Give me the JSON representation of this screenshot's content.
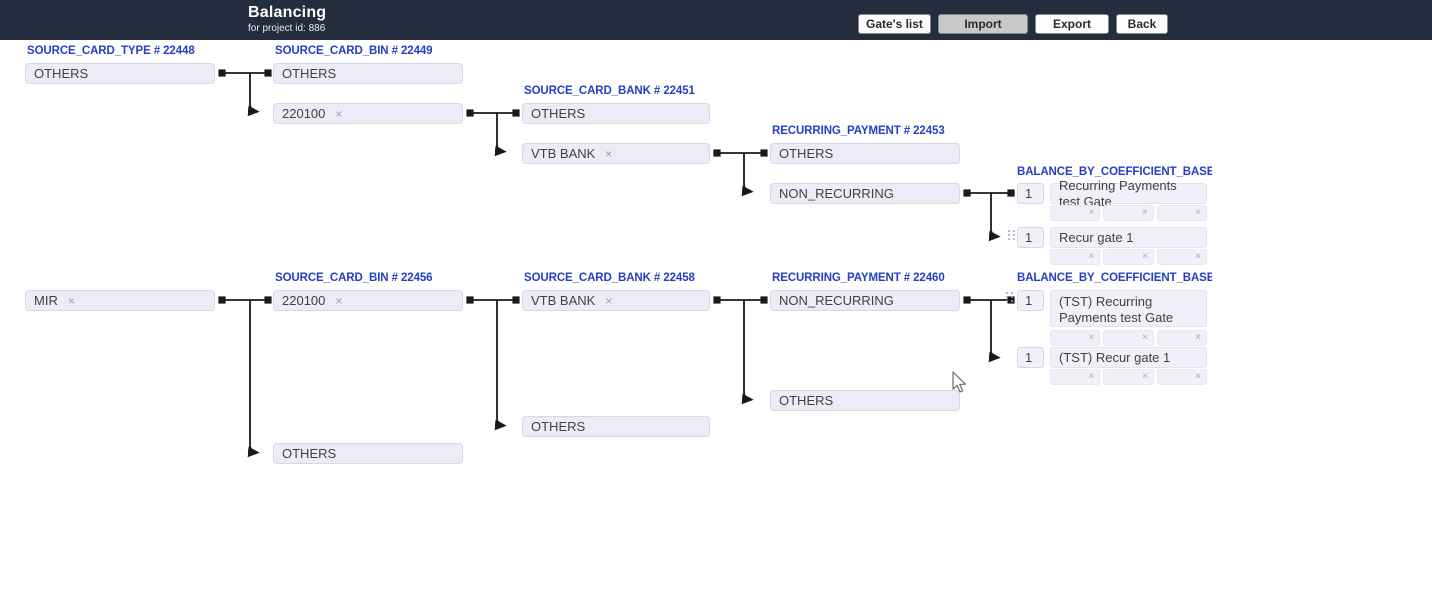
{
  "header": {
    "title": "Balancing",
    "subtitle": "for project id: 886",
    "buttons": [
      {
        "label": "Gate's list"
      },
      {
        "label": "Import"
      },
      {
        "label": "Export"
      },
      {
        "label": "Back"
      }
    ]
  },
  "icons": {
    "remove": "×"
  },
  "colors": {
    "topbar_bg": "#232d3d",
    "accent_blue": "#2540c5",
    "box_bg": "#ececf7",
    "box_border": "#d6d8e6",
    "chip_bg": "#eff0f8",
    "import_button_bg": "#c9c9c9",
    "connector": "#1a1a1a"
  },
  "nodes": {
    "card_type": {
      "header": "SOURCE_CARD_TYPE # 22448",
      "others": "OTHERS",
      "mir": "MIR"
    },
    "bin1": {
      "header": "SOURCE_CARD_BIN # 22449",
      "others": "OTHERS",
      "bin": "220100"
    },
    "bank1": {
      "header": "SOURCE_CARD_BANK # 22451",
      "others": "OTHERS",
      "bank": "VTB BANK"
    },
    "recur1": {
      "header": "RECURRING_PAYMENT # 22453",
      "others": "OTHERS",
      "value": "NON_RECURRING"
    },
    "balance1": {
      "header": "BALANCE_BY_COEFFICIENT_BASED...",
      "rows": [
        {
          "coef": "1",
          "gate": "Recurring Payments test Gate"
        },
        {
          "coef": "1",
          "gate": "Recur gate 1"
        }
      ]
    },
    "bin2": {
      "header": "SOURCE_CARD_BIN # 22456",
      "bin": "220100",
      "others": "OTHERS"
    },
    "bank2": {
      "header": "SOURCE_CARD_BANK # 22458",
      "bank": "VTB BANK",
      "others": "OTHERS"
    },
    "recur2": {
      "header": "RECURRING_PAYMENT # 22460",
      "value": "NON_RECURRING",
      "others": "OTHERS"
    },
    "balance2": {
      "header": "BALANCE_BY_COEFFICIENT_BASED...",
      "rows": [
        {
          "coef": "1",
          "gate": "(TST) Recurring Payments test Gate"
        },
        {
          "coef": "1",
          "gate": "(TST) Recur gate 1"
        }
      ]
    }
  }
}
